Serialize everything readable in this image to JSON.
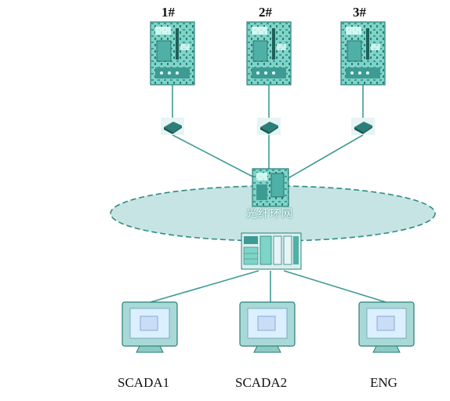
{
  "units": [
    {
      "id": "1",
      "label": "1#"
    },
    {
      "id": "2",
      "label": "2#"
    },
    {
      "id": "3",
      "label": "3#"
    }
  ],
  "ring": {
    "label": "光纤环网"
  },
  "workstations": [
    {
      "id": "scada1",
      "label": "SCADA1"
    },
    {
      "id": "scada2",
      "label": "SCADA2"
    },
    {
      "id": "eng",
      "label": "ENG"
    }
  ],
  "colors": {
    "device_fill": "#7fd4c8",
    "device_dark": "#2b7f78",
    "ring_fill": "#c6e4e3",
    "ring_stroke": "#2f8c86",
    "line": "#3e9b95",
    "monitor_body": "#a9d9d6",
    "monitor_screen": "#dcefff"
  },
  "icons": {
    "controller": "plc-rack-icon",
    "transceiver": "media-converter-icon",
    "switch": "ring-switch-icon",
    "server_rack": "switch-rack-icon",
    "workstation": "monitor-icon"
  }
}
